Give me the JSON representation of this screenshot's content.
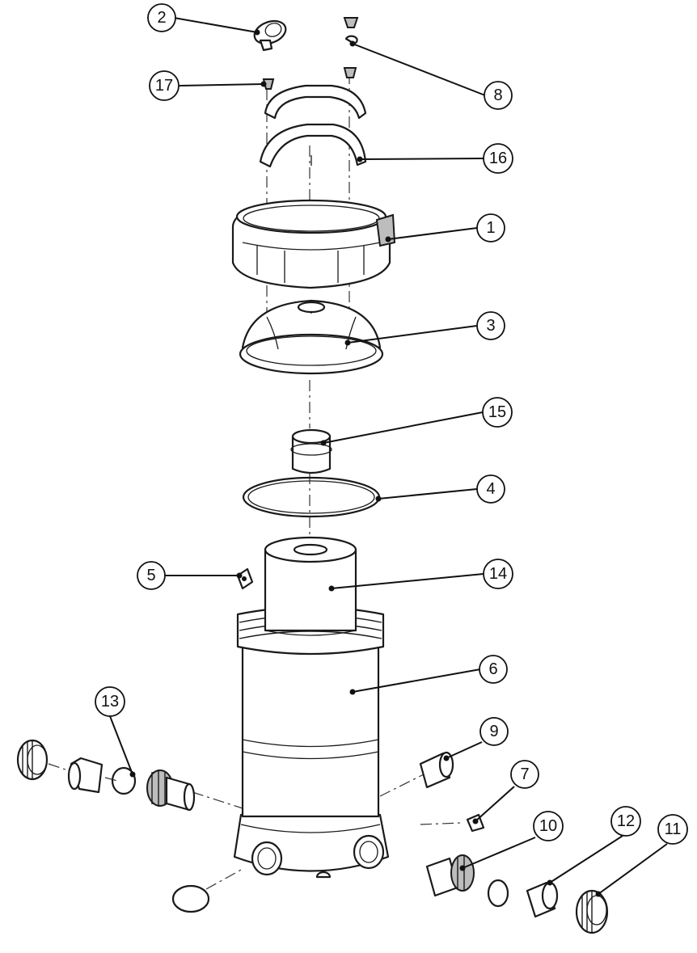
{
  "callouts": [
    {
      "id": "2",
      "label": "2"
    },
    {
      "id": "8",
      "label": "8"
    },
    {
      "id": "17",
      "label": "17"
    },
    {
      "id": "16",
      "label": "16"
    },
    {
      "id": "1",
      "label": "1"
    },
    {
      "id": "3",
      "label": "3"
    },
    {
      "id": "15",
      "label": "15"
    },
    {
      "id": "4",
      "label": "4"
    },
    {
      "id": "5",
      "label": "5"
    },
    {
      "id": "14",
      "label": "14"
    },
    {
      "id": "6",
      "label": "6"
    },
    {
      "id": "13",
      "label": "13"
    },
    {
      "id": "9",
      "label": "9"
    },
    {
      "id": "7",
      "label": "7"
    },
    {
      "id": "10",
      "label": "10"
    },
    {
      "id": "12",
      "label": "12"
    },
    {
      "id": "11",
      "label": "11"
    }
  ]
}
